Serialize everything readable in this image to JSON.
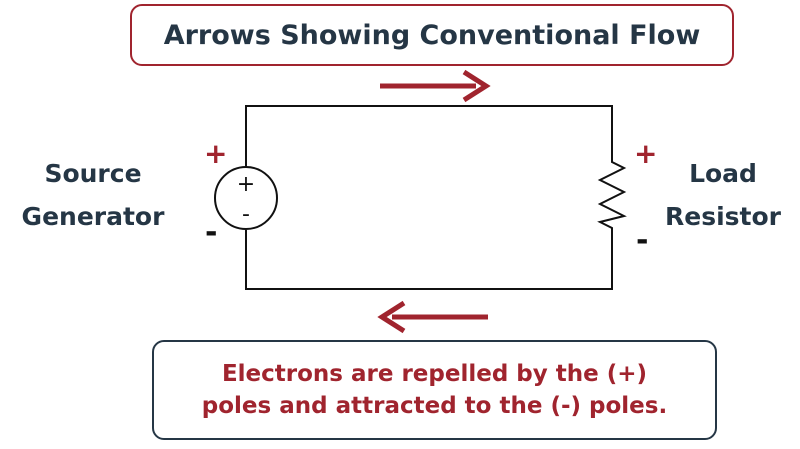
{
  "title": "Arrows Showing Conventional Flow",
  "note": {
    "line1": "Electrons are repelled by the (+)",
    "line2": "poles and attracted to the (-) poles."
  },
  "source": {
    "line1": "Source",
    "line2": "Generator",
    "plus": "+",
    "minus": "-",
    "symbol_plus": "+",
    "symbol_minus": "-"
  },
  "load": {
    "line1": "Load",
    "line2": "Resistor",
    "plus": "+",
    "minus": "-"
  },
  "arrows": {
    "top_direction": "right",
    "bottom_direction": "left"
  },
  "colors": {
    "accent_red": "#a0242e",
    "text_dark": "#253645",
    "wire": "#111111"
  },
  "icons": {
    "source": "voltage-source-icon",
    "load": "resistor-icon",
    "top_arrow": "arrow-right-icon",
    "bottom_arrow": "arrow-left-icon"
  }
}
